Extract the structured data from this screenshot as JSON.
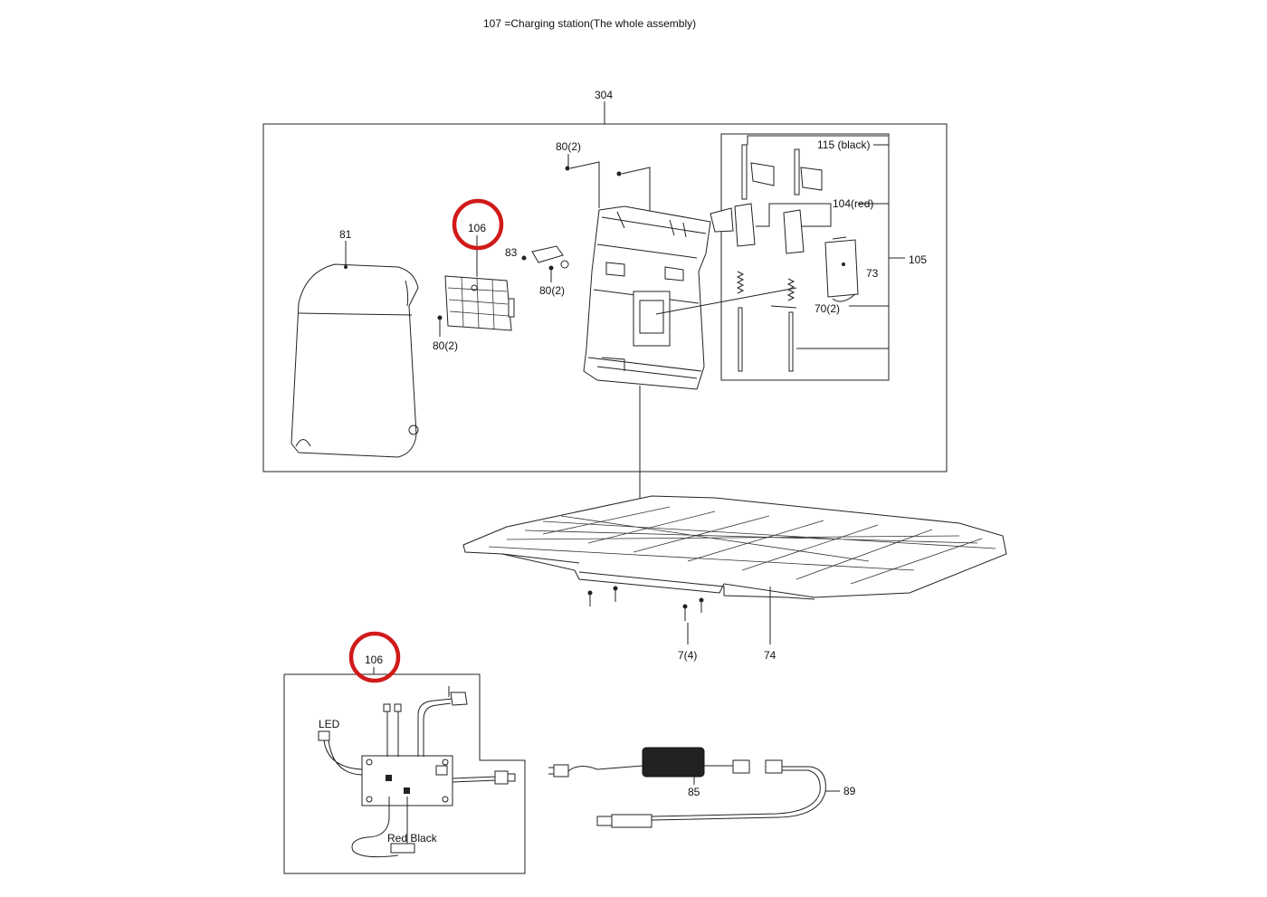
{
  "title": "107 =Charging station(The whole assembly)",
  "labels": {
    "p304": "304",
    "p81": "81",
    "p106_top": "106",
    "p83": "83",
    "p80_a": "80(2)",
    "p80_b": "80(2)",
    "p80_c": "80(2)",
    "p115": "115 (black)",
    "p104": "104(red)",
    "p105": "105",
    "p73": "73",
    "p70": "70(2)",
    "p7": "7(4)",
    "p74": "74",
    "p106_bottom": "106",
    "led": "LED",
    "redblack": "Red Black",
    "p85": "85",
    "p89": "89"
  },
  "colors": {
    "highlight": "#d11a1a",
    "line": "#222222",
    "adapter": "#222222"
  },
  "highlighted_parts": [
    "106"
  ]
}
